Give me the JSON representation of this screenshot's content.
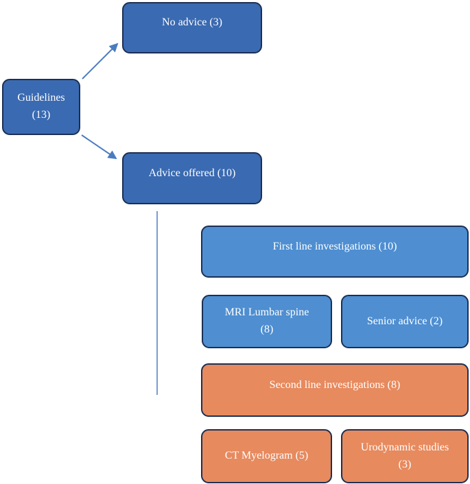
{
  "colors": {
    "dark_blue": "#3a6ab1",
    "medium_blue": "#4e8ed1",
    "orange": "#e78a5e",
    "border_navy": "#1b2f54",
    "arrow_blue": "#4a7cc0",
    "text_white": "#ffffff"
  },
  "nodes": {
    "guidelines": {
      "lines": [
        "Guidelines",
        "(13)"
      ]
    },
    "no_advice": {
      "lines": [
        "No advice (3)"
      ]
    },
    "advice_offered": {
      "lines": [
        "Advice offered (10)"
      ]
    },
    "first_line": {
      "lines": [
        "First line investigations (10)"
      ]
    },
    "mri": {
      "lines": [
        "MRI Lumbar spine",
        "(8)"
      ]
    },
    "senior": {
      "lines": [
        "Senior advice (2)"
      ]
    },
    "second_line": {
      "lines": [
        "Second line investigations (8)"
      ]
    },
    "ct": {
      "lines": [
        "CT Myelogram (5)"
      ]
    },
    "urodynamic": {
      "lines": [
        "Urodynamic studies",
        "(3)"
      ]
    }
  }
}
